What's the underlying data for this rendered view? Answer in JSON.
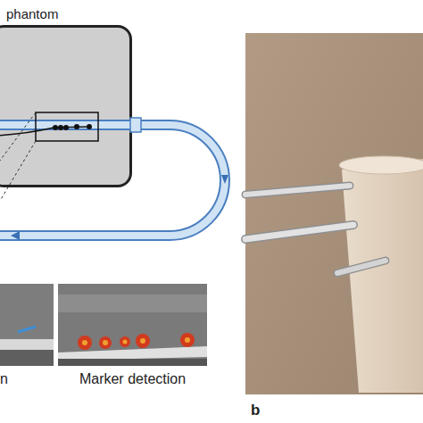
{
  "diagram": {
    "nodes": [
      {
        "text": [
          "phantom"
        ]
      }
    ],
    "labels": [
      "n",
      "Marker detection",
      "b"
    ]
  }
}
